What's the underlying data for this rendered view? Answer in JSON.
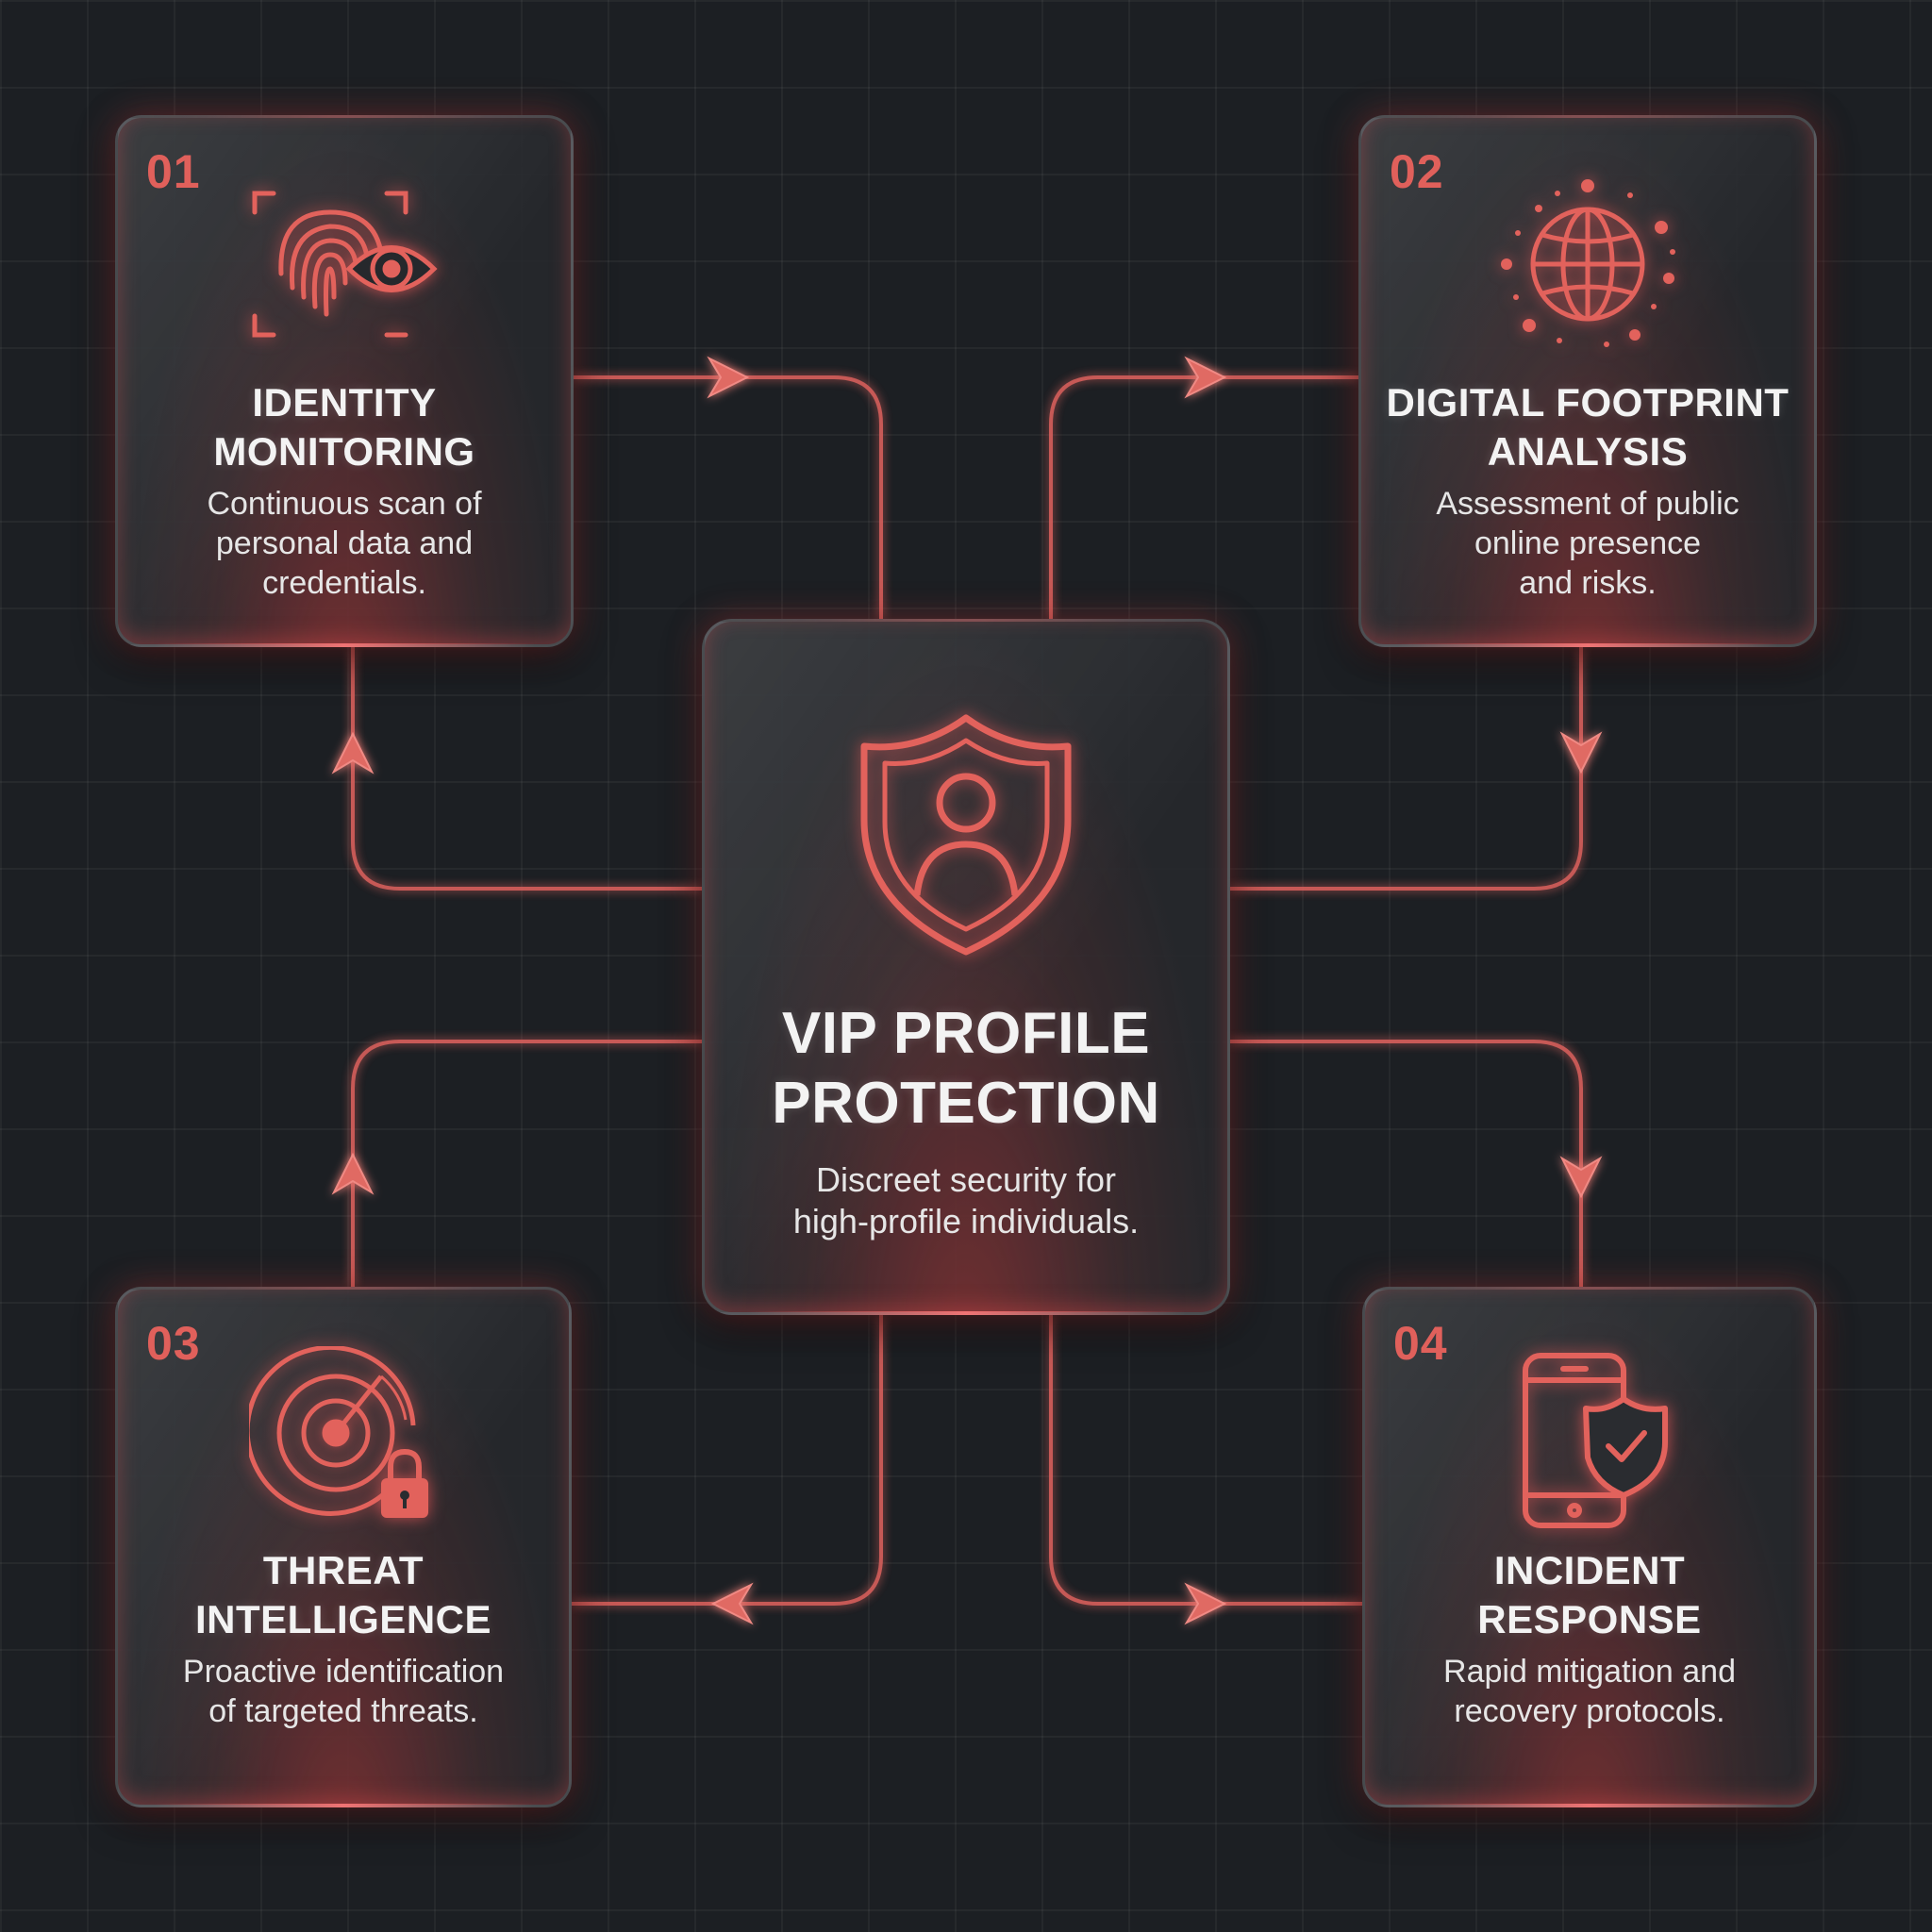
{
  "center": {
    "title_line1": "VIP PROFILE",
    "title_line2": "PROTECTION",
    "desc_line1": "Discreet security for",
    "desc_line2": "high-profile individuals.",
    "icon": "shield-user-icon"
  },
  "cards": [
    {
      "number": "01",
      "title_line1": "IDENTITY",
      "title_line2": "MONITORING",
      "desc_line1": "Continuous scan of",
      "desc_line2": "personal data and",
      "desc_line3": "credentials.",
      "icon": "fingerprint-eye-icon"
    },
    {
      "number": "02",
      "title_line1": "DIGITAL FOOTPRINT",
      "title_line2": "ANALYSIS",
      "desc_line1": "Assessment of public",
      "desc_line2": "online presence",
      "desc_line3": "and risks.",
      "icon": "globe-network-icon"
    },
    {
      "number": "03",
      "title_line1": "THREAT",
      "title_line2": "INTELLIGENCE",
      "desc_line1": "Proactive identification",
      "desc_line2": "of targeted threats.",
      "icon": "radar-lock-icon"
    },
    {
      "number": "04",
      "title_line1": "INCIDENT",
      "title_line2": "RESPONSE",
      "desc_line1": "Rapid mitigation and",
      "desc_line2": "recovery protocols.",
      "icon": "phone-shield-icon"
    }
  ],
  "colors": {
    "accent": "#e0605b",
    "connector": "#d9605c",
    "background": "#1c1f23",
    "text": "#f2f2f2"
  }
}
